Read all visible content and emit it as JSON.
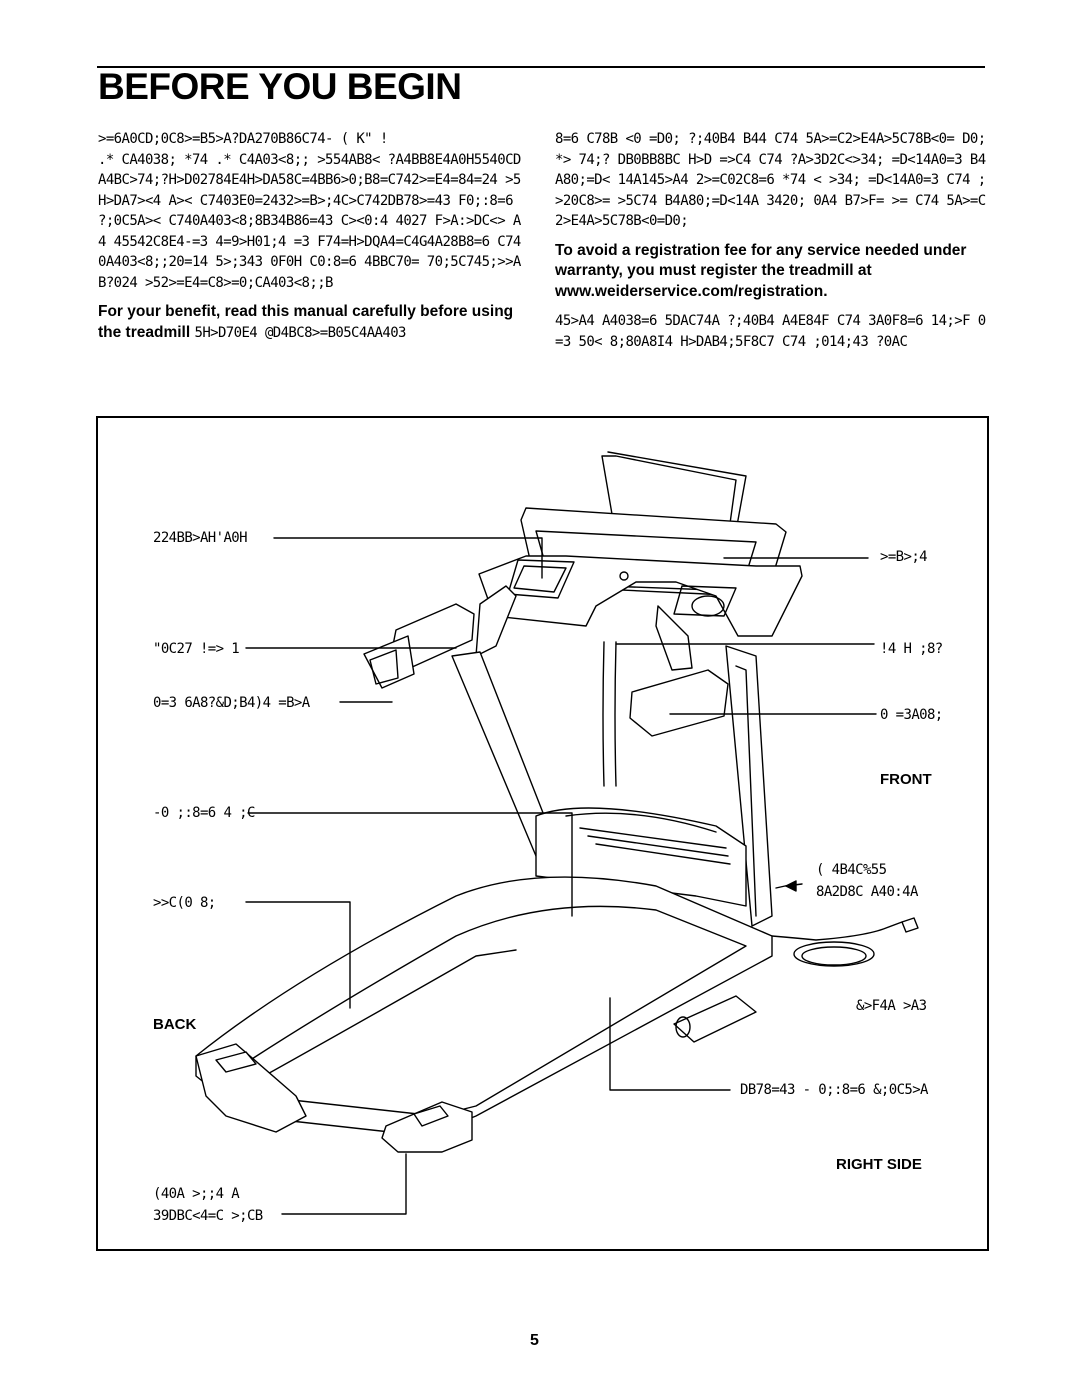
{
  "header": {
    "title": "BEFORE YOU BEGIN"
  },
  "left_column": {
    "para1": ">=6A0CD;0C8>=B5>A?DA270B86C74- ( K\" !\n.* CA4038; *74 .* C4A03<8;; >554AB8< ?A4BB8E4A0H5540CDA4BC>74;?H>D02784E4H>DA58C=4BB6>0;B8=C742>=E4=84=24 >5H>DA7><4 A>< C7403E0=2432>=B>;4C>C742DB78>=43 F0;:8=6 ?;0C5A>< C740A403<8;8B34B86=43 C><0:4 4027 F>A:>DC<> A4 45542C8E4-=3 4=9>H01;4 =3 F74=H>DQA4=C4G4A28B8=6 C740A403<8;;20=14 5>;343 0F0H C0:8=6 4BBC70= 70;5C745;>>AB?024 >52>=E4=C8>=0;CA403<8;;B",
    "para2_bold": "For your benefit, read this manual carefully before using the treadmill",
    "para2_tail": "5H>D70E4 @D4BC8>=B05C4AA403"
  },
  "right_column": {
    "para1": "8=6 C78B <0 =D0; ?;40B4 B44 C74 5A>=C2>E4A>5C78B<0= D0; *> 74;? DB0BB8BC H>D =>C4 C74 ?A>3D2C<>34; =D<14A0=3 B4A80;=D< 14A145>A4 2>=C02C8=6 *74 < >34; =D<14A0=3 C74 ;>20C8>= >5C74 B4A80;=D<14A 3420; 0A4 B7>F= >= C74 5A>=C2>E4A>5C78B<0=D0;",
    "para2_bold": "To avoid a registration fee for any service needed under warranty, you must register the treadmill at www.weiderservice.com/registration.",
    "para3": "45>A4 A4038=6 5DAC74A ?;40B4 A4E84F C74 3A0F8=6 14;>F 0=3 50< 8;80A8I4 H>DAB4;5F8C7 C74 ;014;43 ?0AC"
  },
  "figure": {
    "labels": {
      "accessory_tray": "224BB>AH'A0H",
      "safety_key_clip": "\"0C27 !=> 1",
      "grip_pulse_sensor": "0=3 6A8?&D;B4)4 =B>A",
      "walking_belt": "-0 ;:8=6 4 ;C",
      "motor_hood": ">>C(0 8;",
      "back": "BACK",
      "rear_roller_adjustment_bolts": "(40A >;;4 A\n39DBC<4=C >;CB",
      "console": ">=B>;4",
      "safety_key": "!4 H ;8?",
      "handrail": "0 =3A08;",
      "front": "FRONT",
      "reset_circuit_breaker": "( 4B4C%55\n8A2D8C A40:4A",
      "power_cord": "&>F4A >A3",
      "incline_frame": "DB78=43 - 0;:8=6 &;0C5>A",
      "right_side": "RIGHT SIDE"
    }
  },
  "footer": {
    "page_number": "5"
  }
}
